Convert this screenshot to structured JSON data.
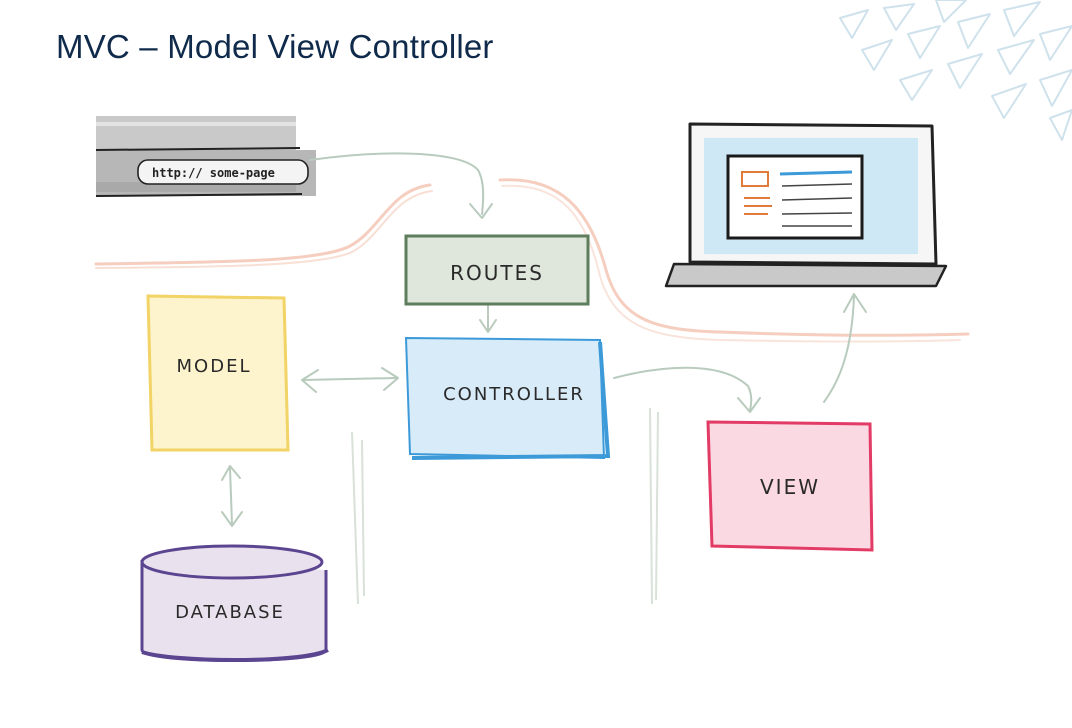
{
  "title": "MVC – Model View Controller",
  "diagram": {
    "url_text": "http:// some-page",
    "nodes": {
      "routes": "ROUTES",
      "controller": "CONTROLLER",
      "model": "MODEL",
      "view": "VIEW",
      "database": "DATABASE"
    }
  },
  "colors": {
    "title": "#0f2a4a",
    "routes": "#dfe6dc",
    "routes_border": "#5e7d5c",
    "controller": "#d8ebf8",
    "controller_border": "#3d9ad9",
    "model": "#fdf3cc",
    "model_border": "#f1d366",
    "view": "#fbd9e2",
    "view_border": "#e23b66",
    "database": "#e9e2ee",
    "database_border": "#5c4590",
    "arrow": "#b8cbbd",
    "swoosh": "#f4c9b8"
  }
}
